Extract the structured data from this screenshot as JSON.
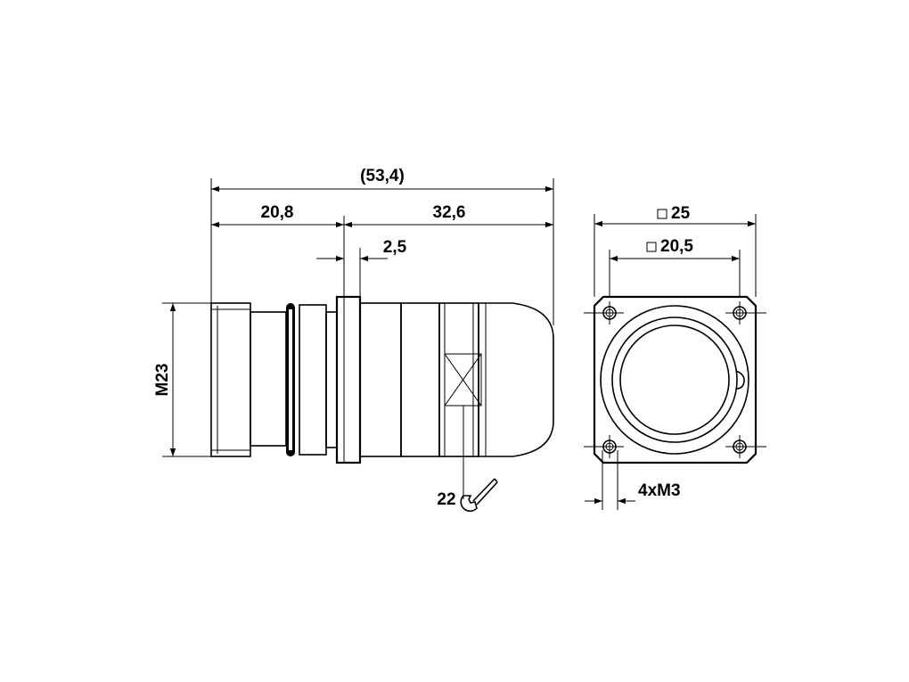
{
  "drawing": {
    "dimensions": {
      "overall_length": "(53,4)",
      "front_length": "20,8",
      "rear_length": "32,6",
      "flange_thickness": "2,5",
      "thread": "M23",
      "wrench_size": "22",
      "flange_square": "25",
      "hole_spacing_square": "20,5",
      "mounting_holes": "4xM3"
    },
    "symbols": {
      "square_marker": "square-icon",
      "wrench": "wrench-icon"
    },
    "colors": {
      "line": "#000000",
      "background": "#ffffff"
    }
  }
}
